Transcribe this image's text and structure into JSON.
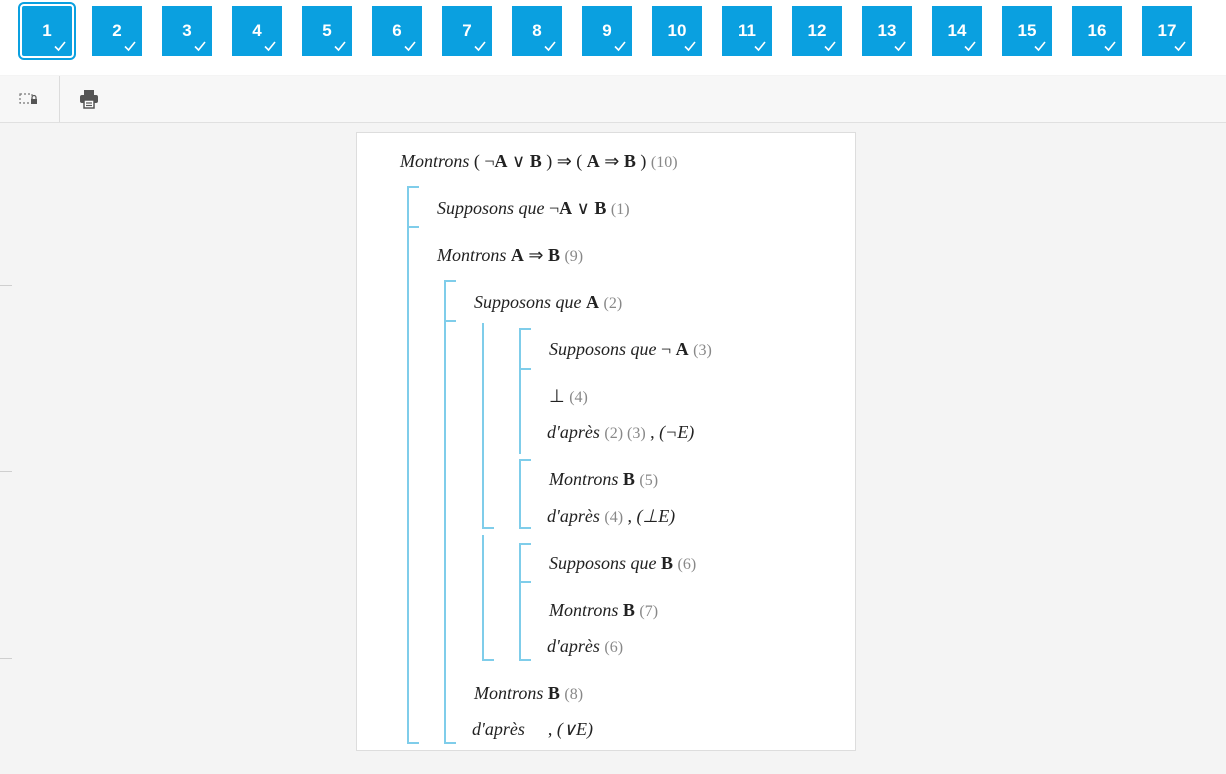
{
  "tiles": [
    {
      "label": "1",
      "done": true,
      "active": true
    },
    {
      "label": "2",
      "done": true
    },
    {
      "label": "3",
      "done": true
    },
    {
      "label": "4",
      "done": true
    },
    {
      "label": "5",
      "done": true
    },
    {
      "label": "6",
      "done": true
    },
    {
      "label": "7",
      "done": true
    },
    {
      "label": "8",
      "done": true
    },
    {
      "label": "9",
      "done": true
    },
    {
      "label": "10",
      "done": true
    },
    {
      "label": "11",
      "done": true
    },
    {
      "label": "12",
      "done": true
    },
    {
      "label": "13",
      "done": true
    },
    {
      "label": "14",
      "done": true
    },
    {
      "label": "15",
      "done": true
    },
    {
      "label": "16",
      "done": true
    },
    {
      "label": "17",
      "done": true
    }
  ],
  "toolbar": {
    "select_icon": "selection-lock-icon",
    "print_icon": "printer-icon"
  },
  "colors": {
    "accent": "#0aa0e0",
    "bracket": "#7fcdea",
    "ref": "#888888"
  },
  "proof": {
    "l1": {
      "kw": "Montrons",
      "open1": "(",
      "neg": "¬",
      "a": "A",
      "or": "∨",
      "b": "B",
      "close1": ")",
      "imp": "⇒",
      "open2": "(",
      "a2": "A",
      "imp2": "⇒",
      "b2": "B",
      "close2": ")",
      "ref": "(10)"
    },
    "l2": {
      "kw": "Supposons que",
      "neg": "¬",
      "a": "A",
      "or": "∨",
      "b": "B",
      "ref": "(1)"
    },
    "l3": {
      "kw": "Montrons",
      "a": "A",
      "imp": "⇒",
      "b": "B",
      "ref": "(9)"
    },
    "l4": {
      "kw": "Supposons que",
      "a": "A",
      "ref": "(2)"
    },
    "l5": {
      "kw": "Supposons que",
      "neg": "¬",
      "a": "A",
      "ref": "(3)"
    },
    "l6": {
      "bot": "⊥",
      "ref": "(4)"
    },
    "l7": {
      "kw": "d'après",
      "refs": "(2) (3)",
      "sep": ",",
      "rule": "(¬E)"
    },
    "l8": {
      "kw": "Montrons",
      "b": "B",
      "ref": "(5)"
    },
    "l9": {
      "kw": "d'après",
      "refs": "(4)",
      "sep": ",",
      "rule": "(⊥E)"
    },
    "l10": {
      "kw": "Supposons que",
      "b": "B",
      "ref": "(6)"
    },
    "l11": {
      "kw": "Montrons",
      "b": "B",
      "ref": "(7)"
    },
    "l12": {
      "kw": "d'après",
      "refs": "(6)"
    },
    "l13": {
      "kw": "Montrons",
      "b": "B",
      "ref": "(8)"
    },
    "l14": {
      "kw": "d'après",
      "sep": ",",
      "rule": "(∨E)"
    }
  }
}
